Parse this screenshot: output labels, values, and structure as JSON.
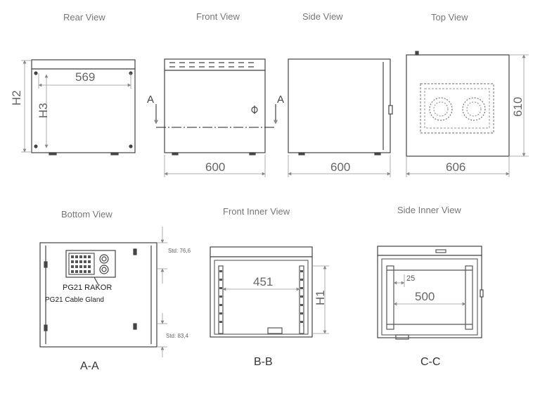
{
  "views": {
    "rear": "Rear View",
    "front": "Front View",
    "side": "Side View",
    "top": "Top View",
    "bottom": "Bottom View",
    "front_inner": "Front Inner View",
    "side_inner": "Side Inner View"
  },
  "dimensions": {
    "rear_width": "569",
    "h2": "H2",
    "h3": "H3",
    "front_width": "600",
    "side_width": "600",
    "top_width": "606",
    "top_depth": "610",
    "inner_width": "451",
    "h1": "H1",
    "side_inner_offset": "25",
    "side_inner_depth": "500",
    "std_top": "Std: 76,6",
    "std_bottom": "Std: 83,4"
  },
  "section_arrows": {
    "left": "A",
    "right": "A"
  },
  "notes": {
    "rakor": "PG21 RAKOR",
    "gland": "PG21 Cable Gland"
  },
  "sections": {
    "aa": "A-A",
    "bb": "B-B",
    "cc": "C-C"
  }
}
